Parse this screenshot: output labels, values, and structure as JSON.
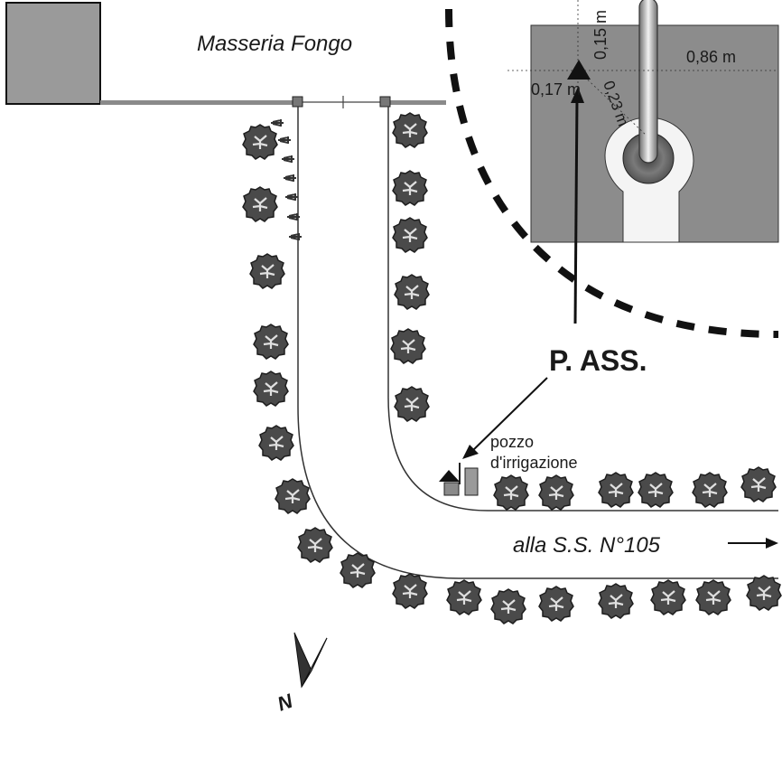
{
  "farm_label": "Masseria  Fongo",
  "road_label": "alla S.S.  N°105",
  "marker_label": "P. ASS.",
  "well_label_line1": "pozzo",
  "well_label_line2": "d'irrigazione",
  "north_label": "N",
  "inset": {
    "dim_top": "0,15 m",
    "dim_right": "0,86 m",
    "dim_left": "0,17 m",
    "dim_diag": "0,23 m"
  },
  "colors": {
    "building": "#9a9a9a",
    "inset_block": "#8c8c8c",
    "tree": "#444444",
    "line": "#222222"
  },
  "icons": [
    "north-arrow-icon",
    "tree-icon",
    "triangle-marker-icon",
    "arrow-right-icon"
  ]
}
